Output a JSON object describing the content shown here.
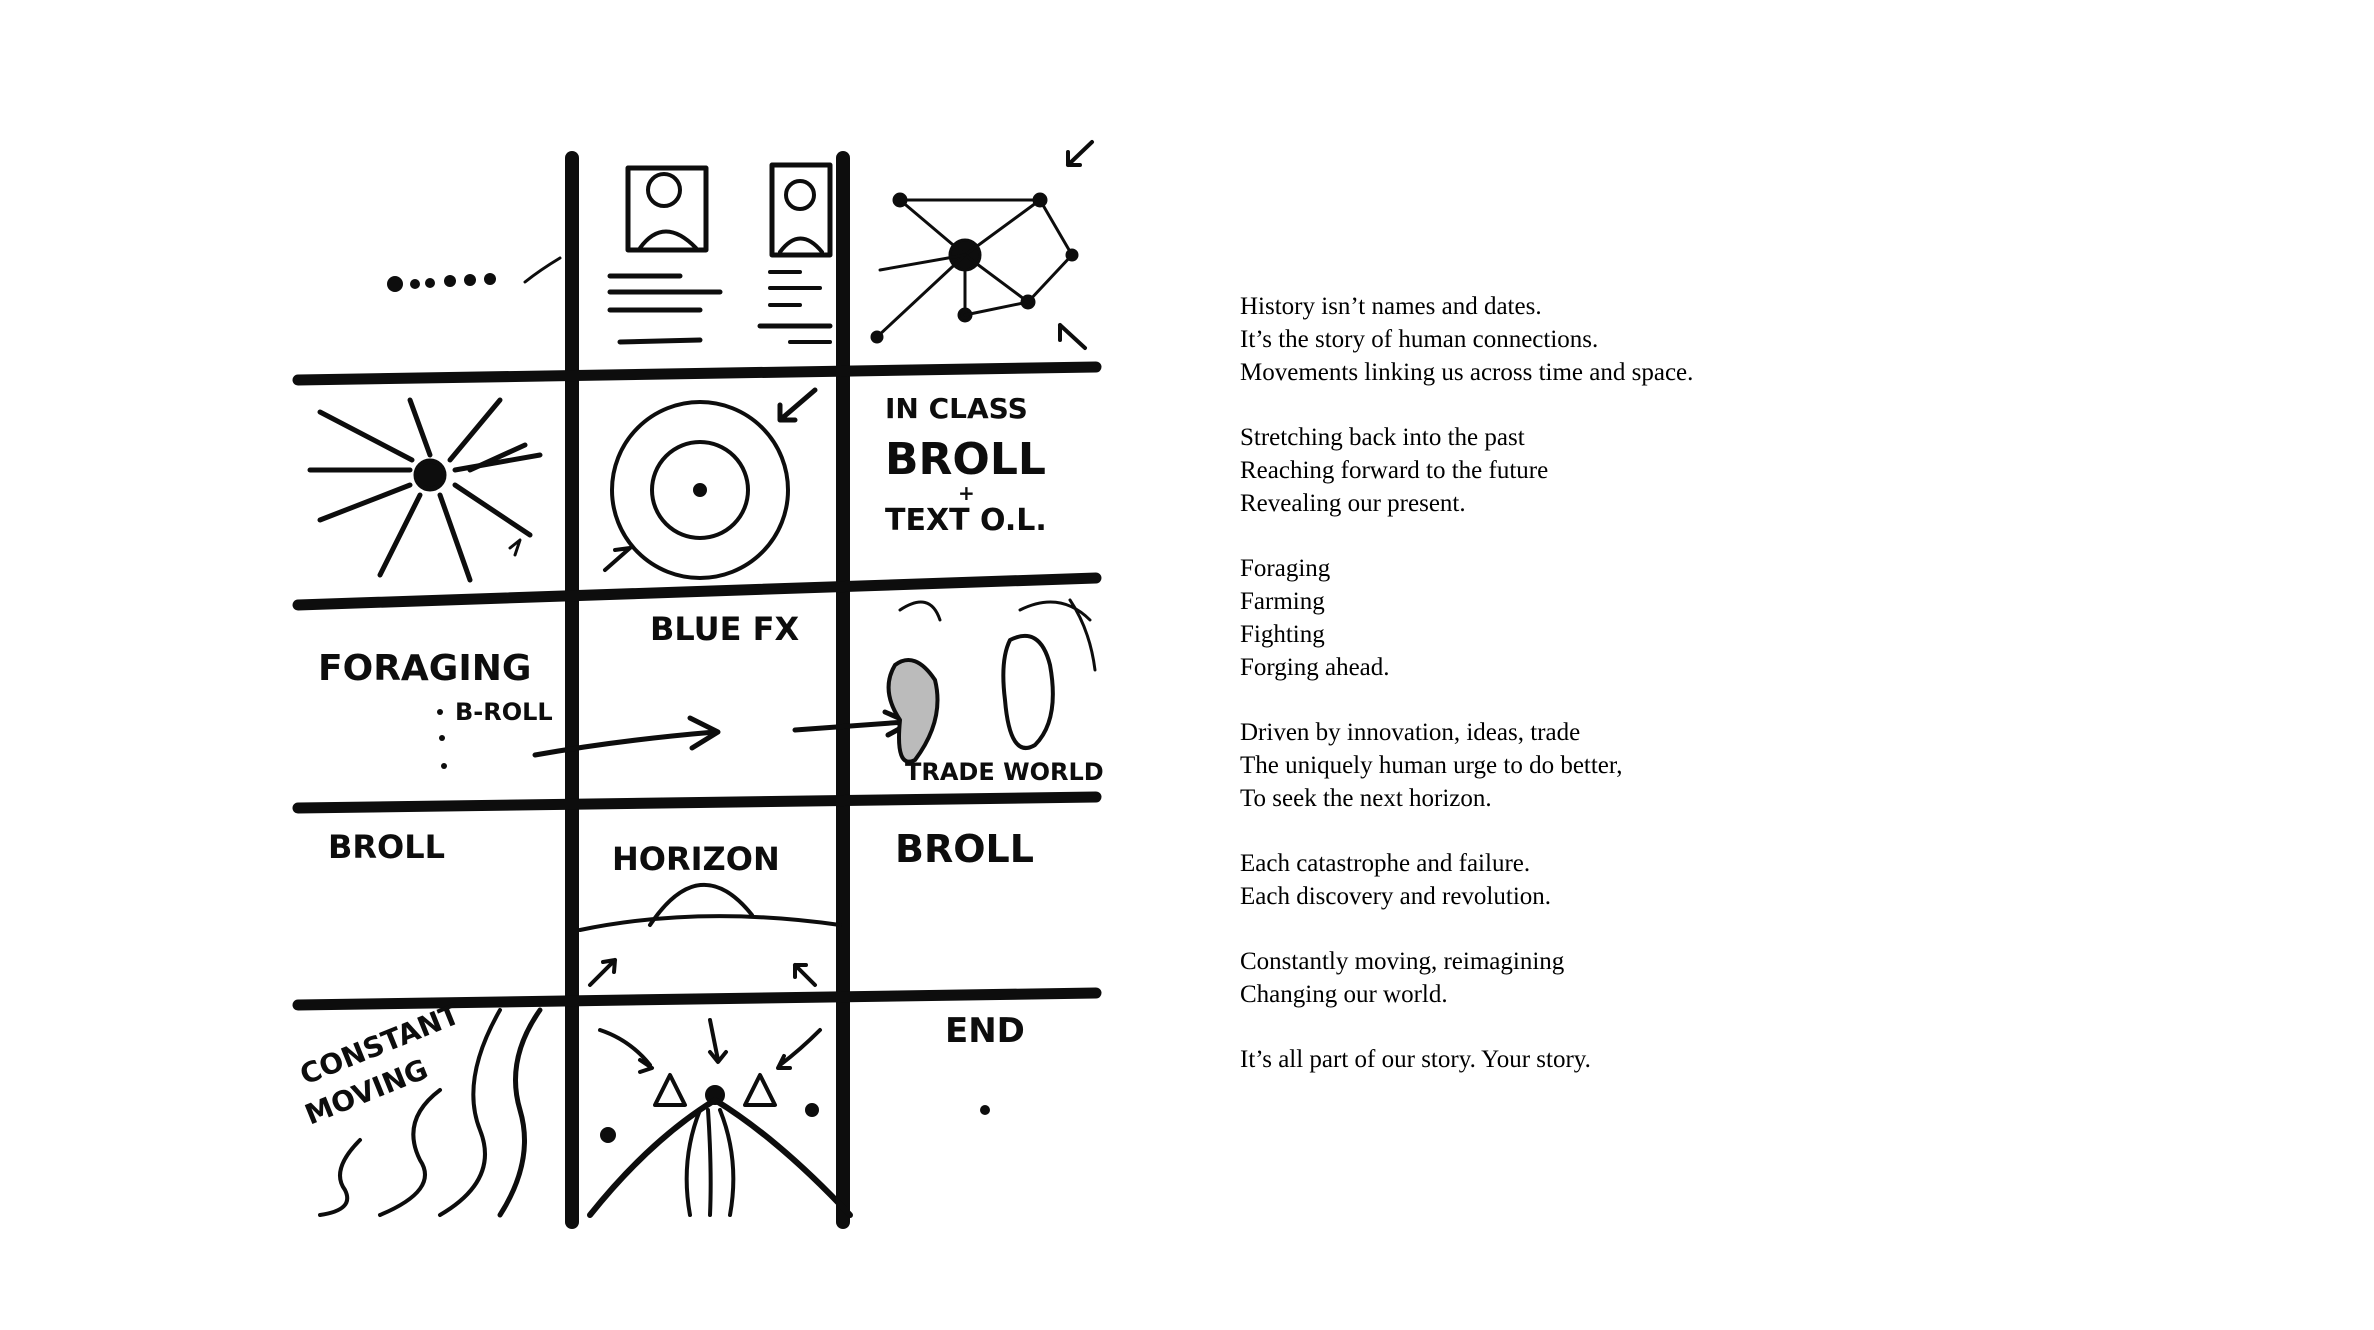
{
  "panels": {
    "classroom": {
      "l1": "IN CLASS",
      "l2": "BROLL",
      "l3": "+",
      "l4": "TEXT O.L."
    },
    "blue_fx": "BLUE FX",
    "foraging": {
      "title": "FORAGING",
      "sub": "B-ROLL"
    },
    "trade": "TRADE WORLD",
    "broll_left": "BROLL",
    "horizon": "HORIZON",
    "broll_right": "BROLL",
    "constant": {
      "l1": "CONSTANT",
      "l2": "MOVING"
    },
    "end": "END"
  },
  "script": {
    "stanzas": [
      [
        "History isn’t names and dates.",
        "It’s the story of human connections.",
        "Movements linking us across time and space."
      ],
      [
        "Stretching back into the past",
        "Reaching forward to the future",
        "Revealing our present."
      ],
      [
        "Foraging",
        "Farming",
        "Fighting",
        "Forging ahead."
      ],
      [
        "Driven by innovation, ideas, trade",
        "The uniquely human urge to do better,",
        "To seek the next horizon."
      ],
      [
        "Each catastrophe and failure.",
        "Each discovery and revolution."
      ],
      [
        "Constantly moving, reimagining",
        "Changing our world."
      ],
      [
        "It’s all part of our story. Your story."
      ]
    ]
  }
}
